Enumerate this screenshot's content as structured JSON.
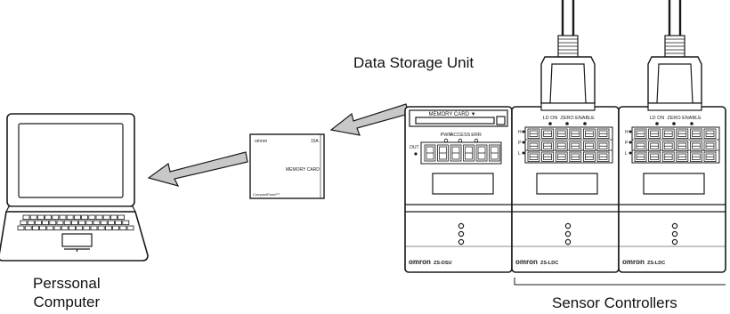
{
  "labels": {
    "data_storage_unit": "Data Storage Unit",
    "personal_computer_line1": "Perssonal",
    "personal_computer_line2": "Computer",
    "sensor_controllers": "Sensor Controllers"
  },
  "memory_card": {
    "brand": "omron",
    "capacity": "15A",
    "label": "MEMORY CARD",
    "logo": "CompactFlash™"
  },
  "dsu": {
    "slot_label": "MEMORY CARD ▼",
    "indicators": [
      "PWR",
      "ACCESS",
      "ERR"
    ],
    "out_label": "OUT",
    "digits": "888888",
    "brand": "omron",
    "model": "ZS-DSU"
  },
  "controllers": [
    {
      "indicators": [
        "LD ON",
        "ZERO",
        "ENABLE"
      ],
      "side_labels": [
        "H",
        "P",
        "L"
      ],
      "digits": "888888",
      "brand": "omron",
      "model": "ZS-LDC"
    },
    {
      "indicators": [
        "LD ON",
        "ZERO",
        "ENABLE"
      ],
      "side_labels": [
        "H",
        "P",
        "L"
      ],
      "digits": "888888",
      "brand": "omron",
      "model": "ZS-LDC"
    }
  ],
  "colors": {
    "line": "#1a1a1a",
    "arrow_fill": "#c8c8c8",
    "device_fill": "#ffffff",
    "screen_fill": "#ffffff"
  }
}
